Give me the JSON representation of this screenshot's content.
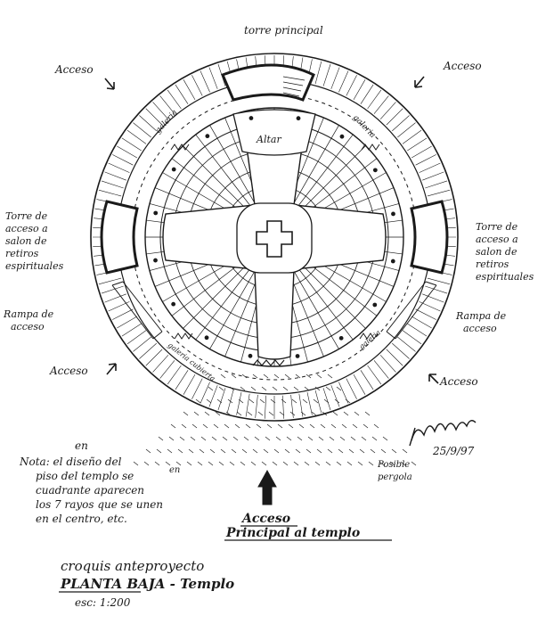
{
  "labels": {
    "main_tower": "torre principal",
    "access": "Acceso",
    "altar": "Altar",
    "gallery": "galeria",
    "covered_gallery": "galeria cubierta",
    "tower_left": [
      "Torre de",
      "acceso a",
      "salon de",
      "retiros",
      "espirituales"
    ],
    "tower_right": [
      "Torre de",
      "acceso a",
      "salon de",
      "retiros",
      "espirituales"
    ],
    "ramp": [
      "Rampa de",
      "acceso"
    ],
    "possible_pergola": [
      "Posible",
      "pergola"
    ],
    "note": [
      "en",
      "Nota: el diseño del",
      "piso del templo se",
      "en",
      "cuadrante aparecen",
      "los 7 rayos que se unen",
      "en el centro, etc."
    ],
    "main_access": [
      "Acceso",
      "Principal al templo"
    ],
    "title_line1": "croquis anteproyecto",
    "title_line2": "PLANTA BAJA - Templo",
    "scale": "esc: 1:200",
    "date": "25/9/97"
  },
  "colors": {
    "ink": "#1a1a1a",
    "paper": "#ffffff"
  }
}
